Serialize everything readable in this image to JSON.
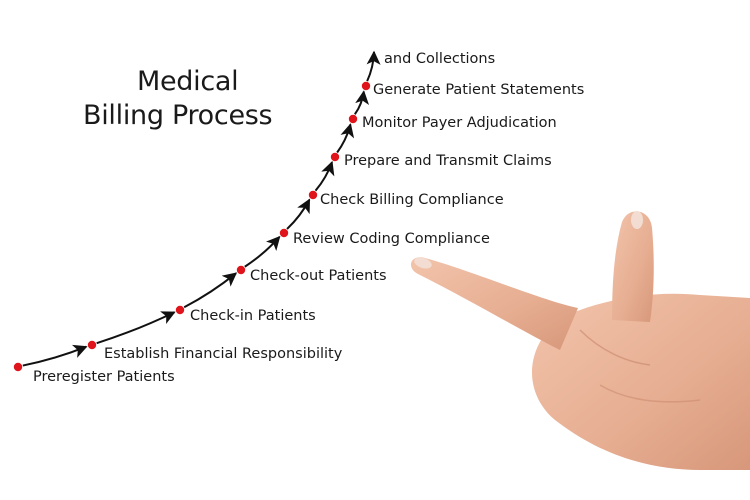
{
  "title": {
    "line1": "Medical",
    "line2": "Billing Process"
  },
  "steps": [
    {
      "label": "Preregister Patients"
    },
    {
      "label": "Establish Financial Responsibility"
    },
    {
      "label": "Check-in Patients"
    },
    {
      "label": "Check-out Patients"
    },
    {
      "label": "Review Coding Compliance"
    },
    {
      "label": "Check Billing Compliance"
    },
    {
      "label": "Prepare and Transmit Claims"
    },
    {
      "label": "Monitor Payer Adjudication"
    },
    {
      "label": "Generate Patient Statements"
    },
    {
      "label": "and Collections"
    }
  ],
  "colors": {
    "dot": "#e0151b",
    "arrow": "#111111",
    "text": "#1a1a1a",
    "skin": "#e8b196",
    "nail": "#f3ddd2"
  },
  "decor": {
    "hand": "pointing-hand-illustration"
  }
}
